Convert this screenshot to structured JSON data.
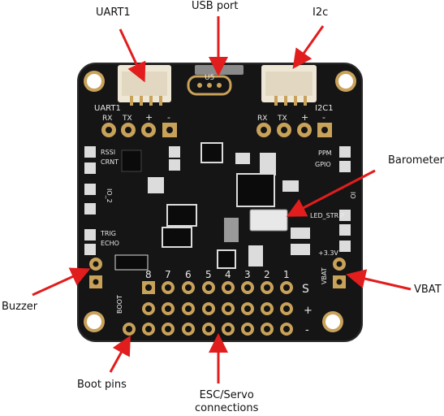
{
  "colors": {
    "board": "#151515",
    "board_edge": "#222222",
    "silkscreen": "#e8e8e8",
    "pad_gold": "#c9a25a",
    "connector": "#efe7d6",
    "arrow": "#e11d1d",
    "component": "#dcdcdc"
  },
  "callouts": {
    "uart1": "UART1",
    "usb_port": "USB port",
    "i2c": "I2c",
    "barometer": "Barometer",
    "vbat": "VBAT",
    "buzzer": "Buzzer",
    "boot_pins": "Boot pins",
    "esc_servo": "ESC/Servo\nconnections"
  },
  "silkscreen": {
    "uart1_label": "UART1",
    "i2c1_label": "I2C1",
    "usb_label": "U5",
    "uart_pins": [
      "RX",
      "TX",
      "+",
      "-"
    ],
    "i2c_pins": [
      "RX",
      "TX",
      "+",
      "-"
    ],
    "left_labels": [
      "RSSI",
      "CRNT",
      "IO_2",
      "TRIG",
      "ECHO"
    ],
    "right_labels": [
      "PPM",
      "GPIO",
      "IO",
      "LED_STRIP",
      "+3.3V",
      "VBAT"
    ],
    "esc_numbers": [
      "8",
      "7",
      "6",
      "5",
      "4",
      "3",
      "2",
      "1"
    ],
    "signal_mark": "S",
    "plus_mark": "+",
    "minus_mark": "-",
    "boot_label": "BOOT"
  }
}
